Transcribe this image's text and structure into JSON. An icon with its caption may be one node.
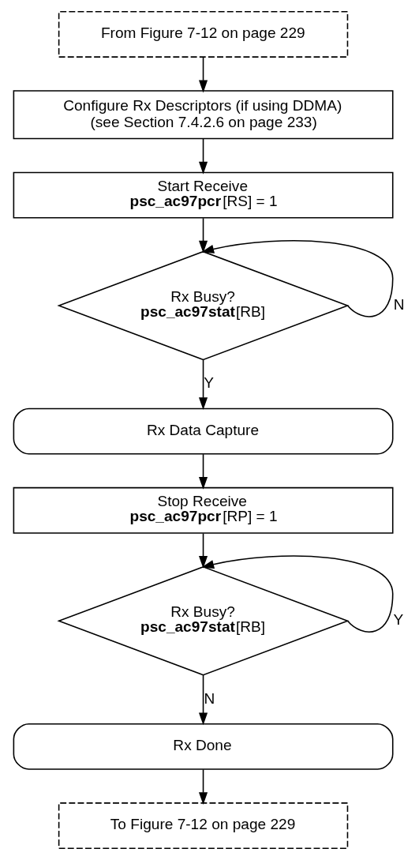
{
  "diagram": {
    "nodes": [
      {
        "text": [
          "From Figure 7-12 on page 229"
        ]
      },
      {
        "text": [
          "Configure Rx Descriptors (if using DDMA)",
          "(see Section 7.4.2.6 on page 233)"
        ]
      },
      {
        "text": [
          "Start Receive",
          "**psc_ac97pcr**[RS] = 1"
        ]
      },
      {
        "text": [
          "Rx Busy?",
          "**psc_ac97stat**[RB]"
        ]
      },
      {
        "text": [
          "Rx Data Capture"
        ]
      },
      {
        "text": [
          "Stop Receive",
          "**psc_ac97pcr**[RP] = 1"
        ]
      },
      {
        "text": [
          "Rx Busy?",
          "**psc_ac97stat**[RB]"
        ]
      },
      {
        "text": [
          "Rx Done"
        ]
      },
      {
        "text": [
          "To Figure 7-12 on page 229"
        ]
      }
    ],
    "edges": [
      {
        "from": 0,
        "to": 1,
        "arrow": "to"
      },
      {
        "from": 1,
        "to": 2,
        "arrow": "to"
      },
      {
        "from": 2,
        "to": 3,
        "arrow": "to"
      },
      {
        "from": 3,
        "to": 3,
        "arrow": "to",
        "label": "N"
      },
      {
        "from": 3,
        "to": 4,
        "arrow": "to",
        "label": "Y"
      },
      {
        "from": 4,
        "to": 5,
        "arrow": "to"
      },
      {
        "from": 5,
        "to": 6,
        "arrow": "to"
      },
      {
        "from": 6,
        "to": 6,
        "arrow": "to",
        "label": "Y"
      },
      {
        "from": 6,
        "to": 7,
        "arrow": "to",
        "label": "N"
      },
      {
        "from": 7,
        "to": 8,
        "arrow": "to"
      }
    ]
  }
}
